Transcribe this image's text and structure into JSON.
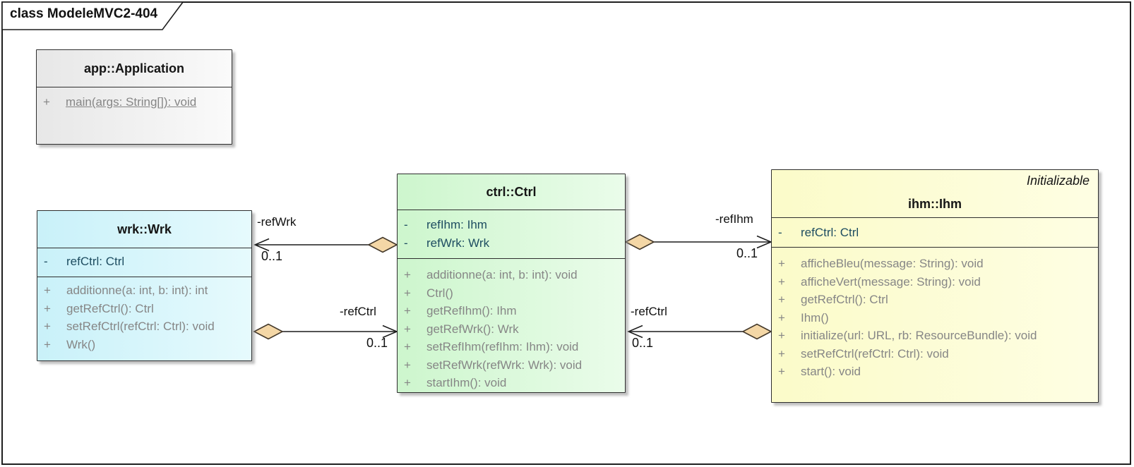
{
  "frame": {
    "title": "class ModeleMVC2-404"
  },
  "colors": {
    "app_fill": "#e7e7e7",
    "wrk_fill": "#c9f1f9",
    "ctrl_fill": "#cdf6cd",
    "ihm_fill": "#fbfbc9",
    "aggregation_diamond_fill": "#f4d7a6",
    "attribute_text": "#1e4d61",
    "operation_text": "#868686"
  },
  "classes": {
    "app": {
      "name": "app::Application",
      "operations": [
        {
          "vis": "+",
          "text": "main(args: String[]): void"
        }
      ]
    },
    "wrk": {
      "name": "wrk::Wrk",
      "attributes": [
        {
          "vis": "-",
          "text": "refCtrl: Ctrl"
        }
      ],
      "operations": [
        {
          "vis": "+",
          "text": "additionne(a: int, b: int): int"
        },
        {
          "vis": "+",
          "text": "getRefCtrl(): Ctrl"
        },
        {
          "vis": "+",
          "text": "setRefCtrl(refCtrl: Ctrl): void"
        },
        {
          "vis": "+",
          "text": "Wrk()"
        }
      ]
    },
    "ctrl": {
      "name": "ctrl::Ctrl",
      "attributes": [
        {
          "vis": "-",
          "text": "refIhm: Ihm"
        },
        {
          "vis": "-",
          "text": "refWrk: Wrk"
        }
      ],
      "operations": [
        {
          "vis": "+",
          "text": "additionne(a: int, b: int): void"
        },
        {
          "vis": "+",
          "text": "Ctrl()"
        },
        {
          "vis": "+",
          "text": "getRefIhm(): Ihm"
        },
        {
          "vis": "+",
          "text": "getRefWrk(): Wrk"
        },
        {
          "vis": "+",
          "text": "setRefIhm(refIhm: Ihm): void"
        },
        {
          "vis": "+",
          "text": "setRefWrk(refWrk: Wrk): void"
        },
        {
          "vis": "+",
          "text": "startIhm(): void"
        }
      ]
    },
    "ihm": {
      "stereotype": "Initializable",
      "name": "ihm::Ihm",
      "attributes": [
        {
          "vis": "-",
          "text": "refCtrl: Ctrl"
        }
      ],
      "operations": [
        {
          "vis": "+",
          "text": "afficheBleu(message: String): void"
        },
        {
          "vis": "+",
          "text": "afficheVert(message: String): void"
        },
        {
          "vis": "+",
          "text": "getRefCtrl(): Ctrl"
        },
        {
          "vis": "+",
          "text": "Ihm()"
        },
        {
          "vis": "+",
          "text": "initialize(url: URL, rb: ResourceBundle): void"
        },
        {
          "vis": "+",
          "text": "setRefCtrl(refCtrl: Ctrl): void"
        },
        {
          "vis": "+",
          "text": "start(): void"
        }
      ]
    }
  },
  "connectors": [
    {
      "label": "-refWrk",
      "multiplicity": "0..1",
      "aggregate_end": "ctrl::Ctrl",
      "arrow_end": "wrk::Wrk"
    },
    {
      "label": "-refCtrl",
      "multiplicity": "0..1",
      "aggregate_end": "wrk::Wrk",
      "arrow_end": "ctrl::Ctrl"
    },
    {
      "label": "-refIhm",
      "multiplicity": "0..1",
      "aggregate_end": "ctrl::Ctrl",
      "arrow_end": "ihm::Ihm"
    },
    {
      "label": "-refCtrl",
      "multiplicity": "0..1",
      "aggregate_end": "ihm::Ihm",
      "arrow_end": "ctrl::Ctrl"
    }
  ]
}
